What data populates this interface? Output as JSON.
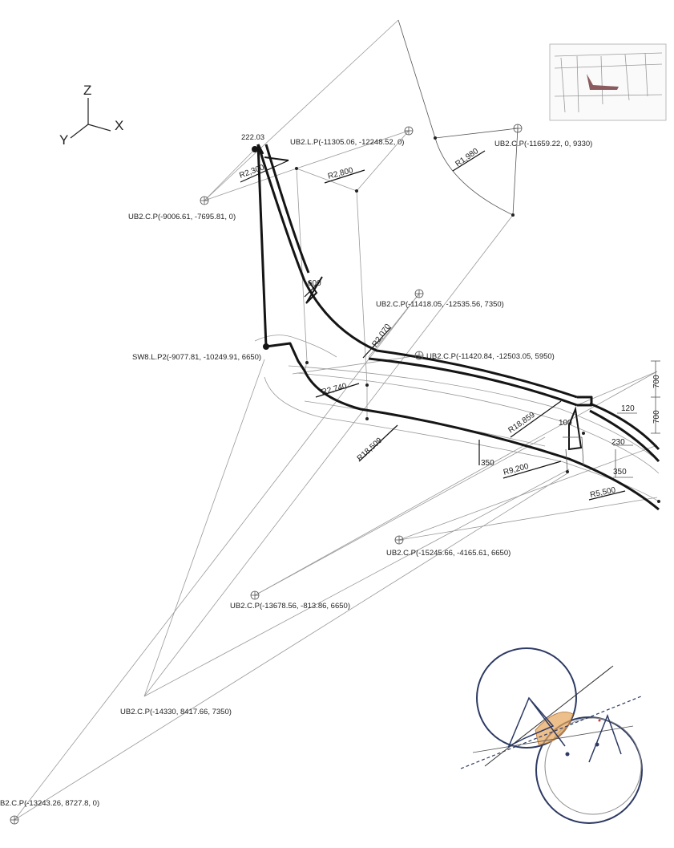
{
  "axes": {
    "z": "Z",
    "x": "X",
    "y": "Y"
  },
  "top_value": "222.03",
  "points": [
    {
      "label": "UB2.L.P(-11305.06, -12248.52, 0)"
    },
    {
      "label": "UB2.C.P(-11659.22, 0, 9330)"
    },
    {
      "label": "UB2.C.P(-9006.61, -7695.81, 0)"
    },
    {
      "label": "UB2.C.P(-11418.05, -12535.56, 7350)"
    },
    {
      "label": "SW8.L.P2(-9077.81, -10249.91, 6650)"
    },
    {
      "label": "UB2.C.P(-11420.84, -12503.05, 5950)"
    },
    {
      "label": "UB2.C.P(-15245.66, -4165.61, 6650)"
    },
    {
      "label": "UB2.C.P(-13678.56, -813.86, 6650)"
    },
    {
      "label": "UB2.C.P(-14330, 8417.66, 7350)"
    },
    {
      "label": "B2.C.P(-13243.26, 8727.8, 0)"
    }
  ],
  "radii": [
    "R2,300",
    "R2,800",
    "R1,980",
    "R2,070",
    "R2,740",
    "R18,509",
    "R18,859",
    "R9,200",
    "R5,500"
  ],
  "dims": [
    "600",
    "700",
    "700",
    "120",
    "100",
    "230",
    "350",
    "350"
  ],
  "colors": {
    "line": "#151515",
    "construction": "#9a9a9a",
    "sketch_circle": "#2d3a64",
    "sketch_fill": "#e6a45a",
    "thumb_fill": "#8a5a5e"
  }
}
